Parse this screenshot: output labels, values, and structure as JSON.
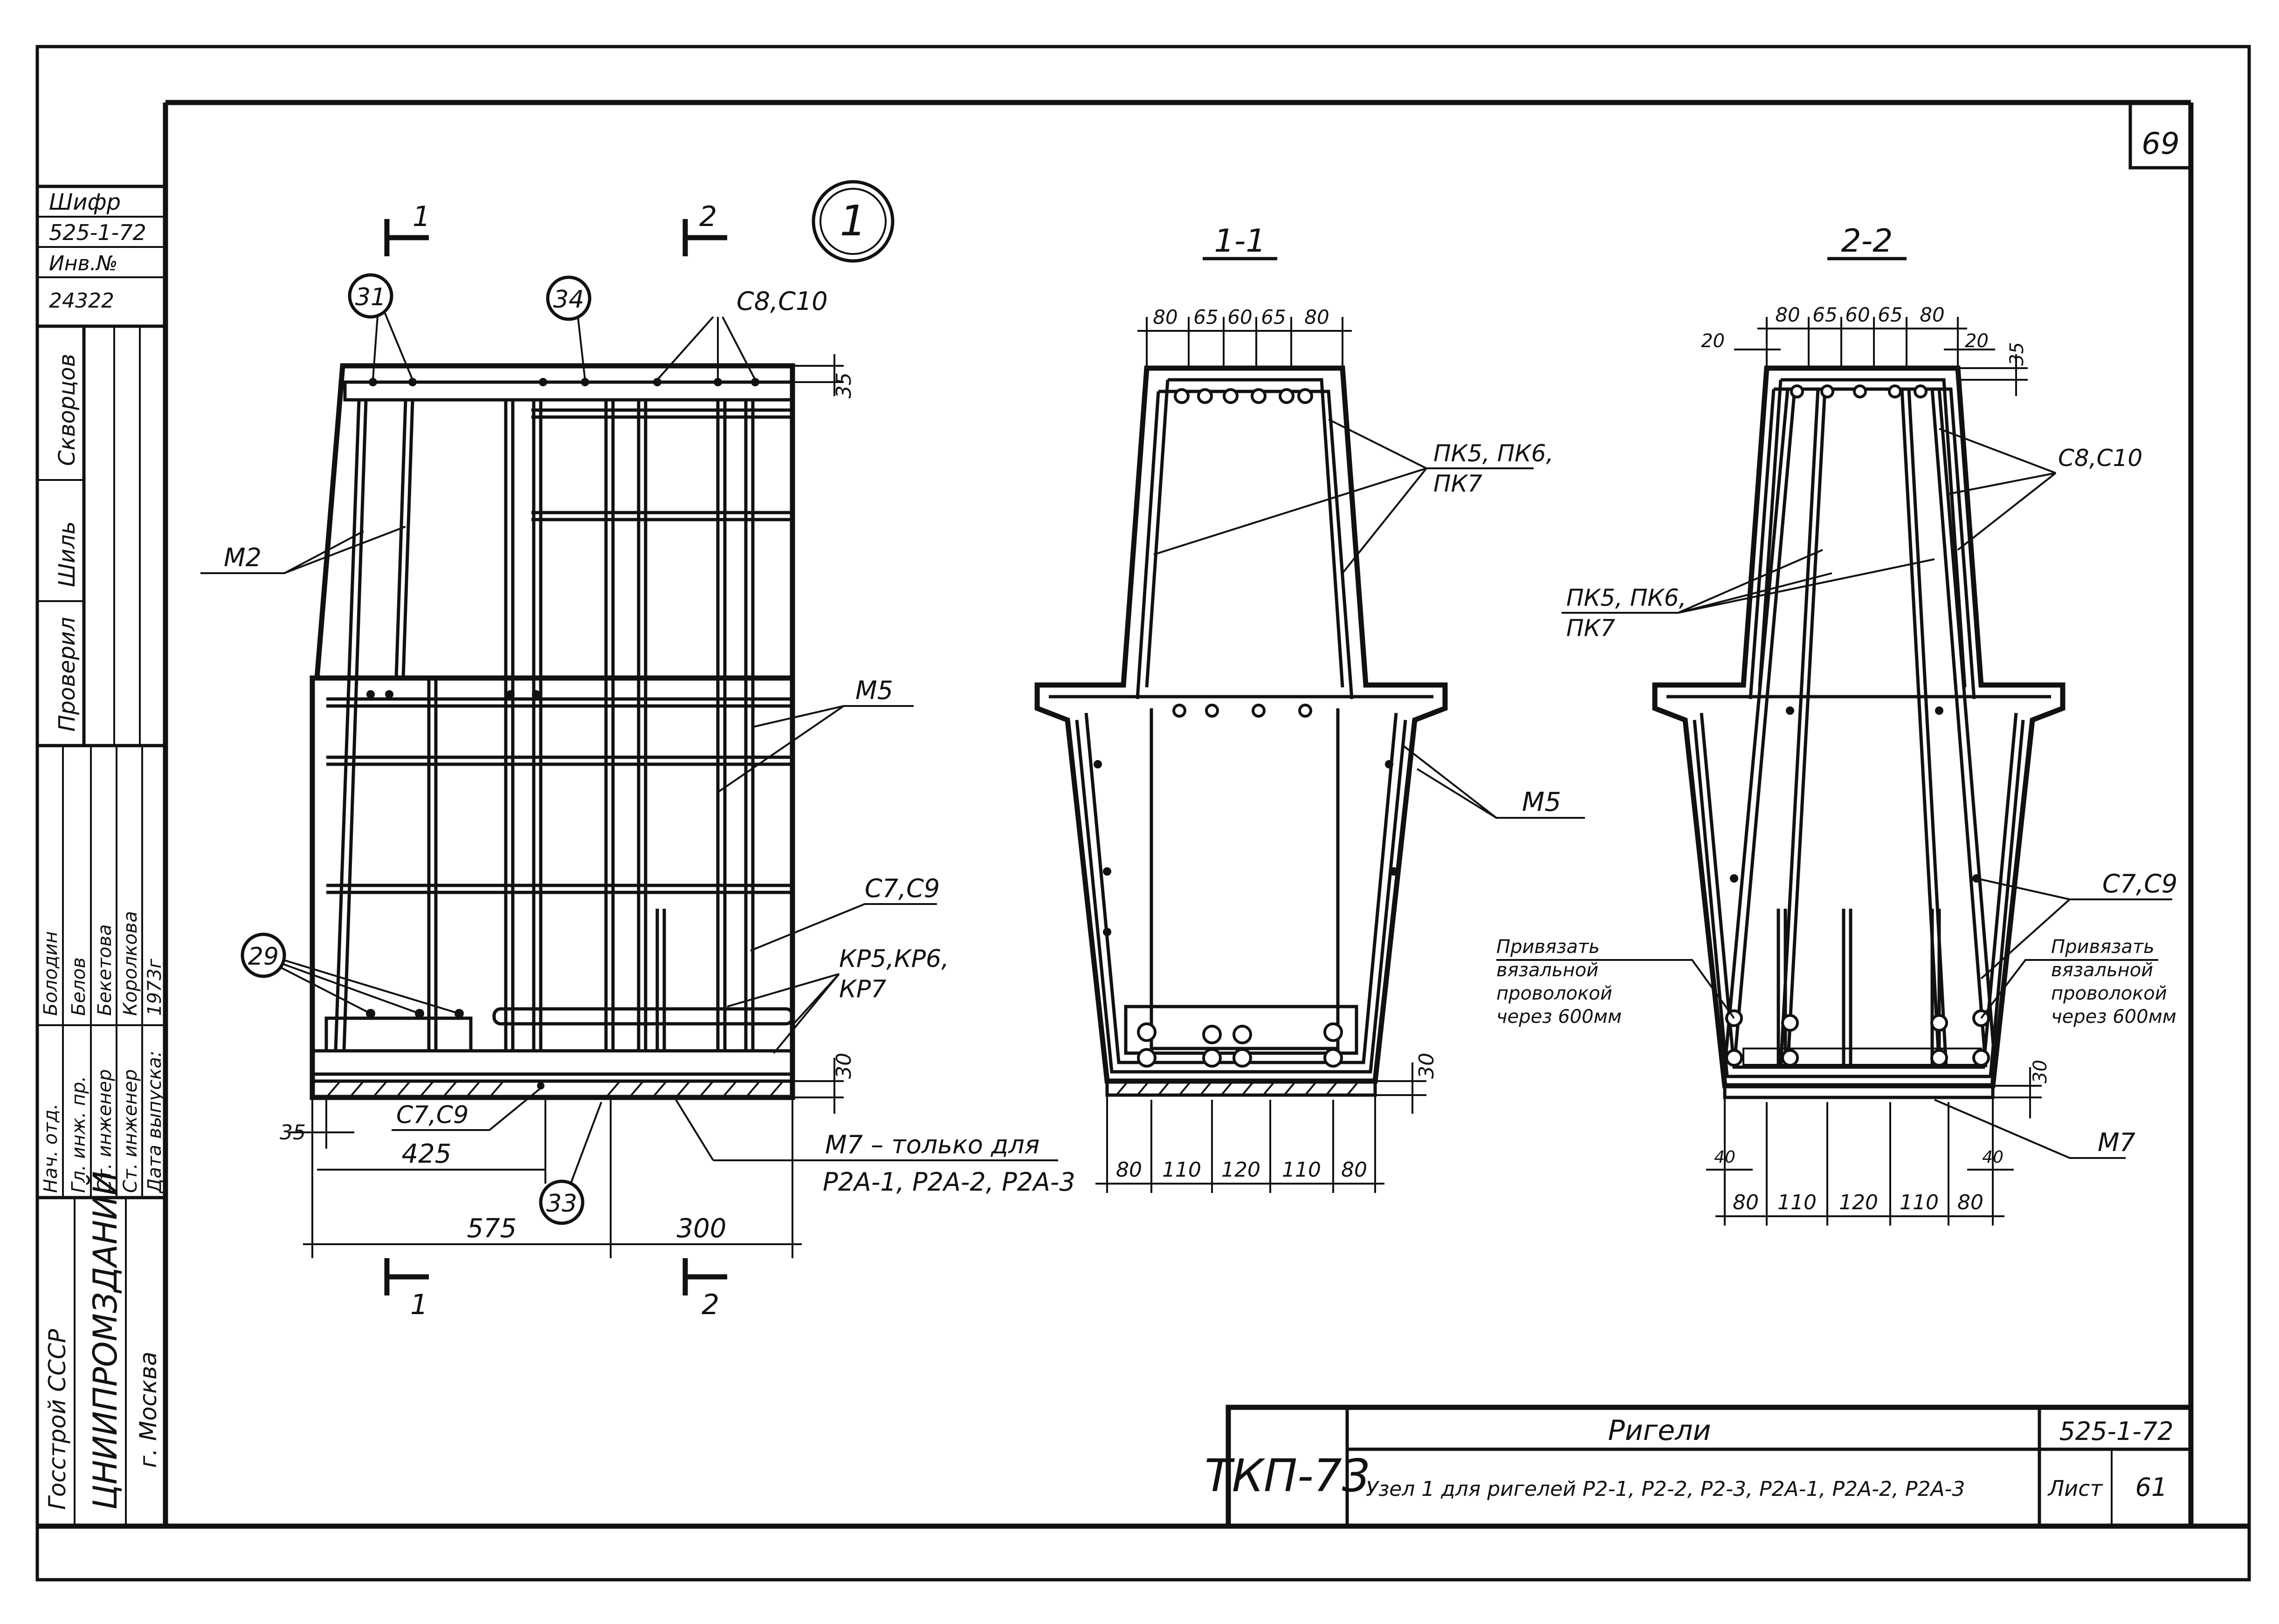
{
  "sheet": {
    "page_number": "69",
    "node_number": "1",
    "cipher_label": "Шифр",
    "cipher_value": "525-1-72",
    "inventory_label": "Инв.№",
    "inventory_value": "24322",
    "side_column_signatures": [
      "Скворцов",
      "Шиль",
      "Проверил"
    ],
    "staff_rows": [
      {
        "role": "Нач. отд.",
        "name": "Болодин"
      },
      {
        "role": "Гл. инж. пр.",
        "name": "Белов"
      },
      {
        "role": "Ст. инженер",
        "name": "Бекетова"
      },
      {
        "role": "Ст. инженер",
        "name": "Королкова"
      },
      {
        "role": "Дата выпуска:",
        "name": "1973г"
      }
    ],
    "organization": {
      "line1": "Госстрой СССР",
      "line2": "ЦНИИПРОМЗДАНИЙ",
      "line3": "г. Москва"
    }
  },
  "title_block": {
    "series": "ТКП-73",
    "title": "Ригели",
    "subtitle": "Узел 1 для ригелей Р2-1, Р2-2, Р2-3, Р2А-1, Р2А-2, Р2А-3",
    "code": "525-1-72",
    "sheet_label": "Лист",
    "sheet_number": "61"
  },
  "elevation": {
    "section_cut_1": "1",
    "section_cut_2": "2",
    "callouts": [
      "31",
      "34",
      "29",
      "33"
    ],
    "labels": {
      "c8c10": "С8,С10",
      "m2": "М2",
      "m5": "М5",
      "c7c9": "С7,С9",
      "kp": "КР5,КР6,",
      "kp7": "КР7",
      "c7c9_bottom": "С7,С9",
      "m7": "М7 – только для",
      "m7_types": "Р2А-1, Р2А-2, Р2А-3"
    },
    "dims": {
      "top": "35",
      "bottom_cover": "30",
      "left_offset": "35",
      "d425": "425",
      "d575": "575",
      "d300": "300"
    }
  },
  "section_1_1": {
    "title": "1-1",
    "top_dims": [
      "80",
      "65",
      "60",
      "65",
      "80"
    ],
    "bottom_dims": [
      "80",
      "110",
      "120",
      "110",
      "80"
    ],
    "labels": {
      "pk": "ПК5, ПК6,",
      "pk7": "ПК7",
      "m5": "М5"
    },
    "cover": "30"
  },
  "section_2_2": {
    "title": "2-2",
    "top_dims": [
      "80",
      "65",
      "60",
      "65",
      "80"
    ],
    "side_dims": [
      "20",
      "20",
      "35"
    ],
    "bottom_dims": [
      "80",
      "110",
      "120",
      "110",
      "80"
    ],
    "small_dims": [
      "40",
      "40"
    ],
    "labels": {
      "c8c10": "С8,С10",
      "pk": "ПК5, ПК6,",
      "pk7": "ПК7",
      "c7c9": "С7,С9",
      "m7": "М7",
      "tie_left": [
        "Привязать",
        "вязальной",
        "проволокой",
        "через 600мм"
      ],
      "tie_right": [
        "Привязать",
        "вязальной",
        "проволокой",
        "через 600мм"
      ]
    },
    "cover": "30"
  }
}
